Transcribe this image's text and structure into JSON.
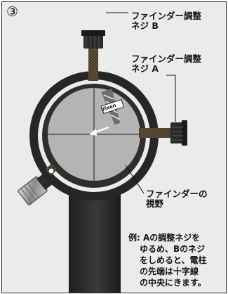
{
  "step_number": "③",
  "labels": {
    "screw_b_line1": "ファインダー調整",
    "screw_b_line2": "ネジ B",
    "screw_a_line1": "ファインダー調整",
    "screw_a_line2": "ネジ A",
    "field_of_view_line1": "ファインダーの",
    "field_of_view_line2": "視野"
  },
  "note": {
    "line1": "例: Aの調整ネジを",
    "line2": "ゆるめ、Bのネジ",
    "line3": "をしめると、電柱",
    "line4": "の先端は十字線",
    "line5": "の中央にきます。"
  },
  "pole_sign_text": "Vixen",
  "colors": {
    "background": "#ebebeb",
    "ring_dark": "#262626",
    "field_gray": "#b4b4b4"
  }
}
